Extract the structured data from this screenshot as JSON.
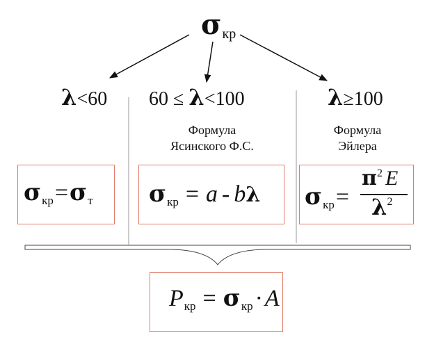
{
  "top": {
    "sigma": "σ",
    "sub": "кр"
  },
  "ranges": {
    "left": {
      "lambda": "λ",
      "text": "<60"
    },
    "mid": {
      "prefix": "60 ≤ ",
      "lambda": "λ",
      "text": "<100"
    },
    "right": {
      "lambda": "λ",
      "text": "≥100"
    }
  },
  "captions": {
    "mid": {
      "line1": "Формула",
      "line2": "Ясинского Ф.С."
    },
    "right": {
      "line1": "Формула",
      "line2": "Эйлера"
    }
  },
  "formulas": {
    "left": {
      "sigma": "σ",
      "sub": "кр",
      "eq": "=",
      "sigma2": "σ",
      "sub2": "т"
    },
    "mid": {
      "sigma": "σ",
      "sub": "кр",
      "eq": "=",
      "a": "a",
      "minus": "-",
      "b": "b",
      "lambda": "λ"
    },
    "right": {
      "sigma": "σ",
      "sub": "кр",
      "eq": "=",
      "pi": "π",
      "pow": "2",
      "E": "E",
      "lambda": "λ",
      "pow2": "2"
    },
    "bottom": {
      "P": "P",
      "sub": "кр",
      "eq": "=",
      "sigma": "σ",
      "sub2": "кр",
      "dot": "·",
      "A": "A"
    }
  },
  "colors": {
    "box_border": "#e07a68",
    "ink": "#111111",
    "divider": "#999999"
  }
}
